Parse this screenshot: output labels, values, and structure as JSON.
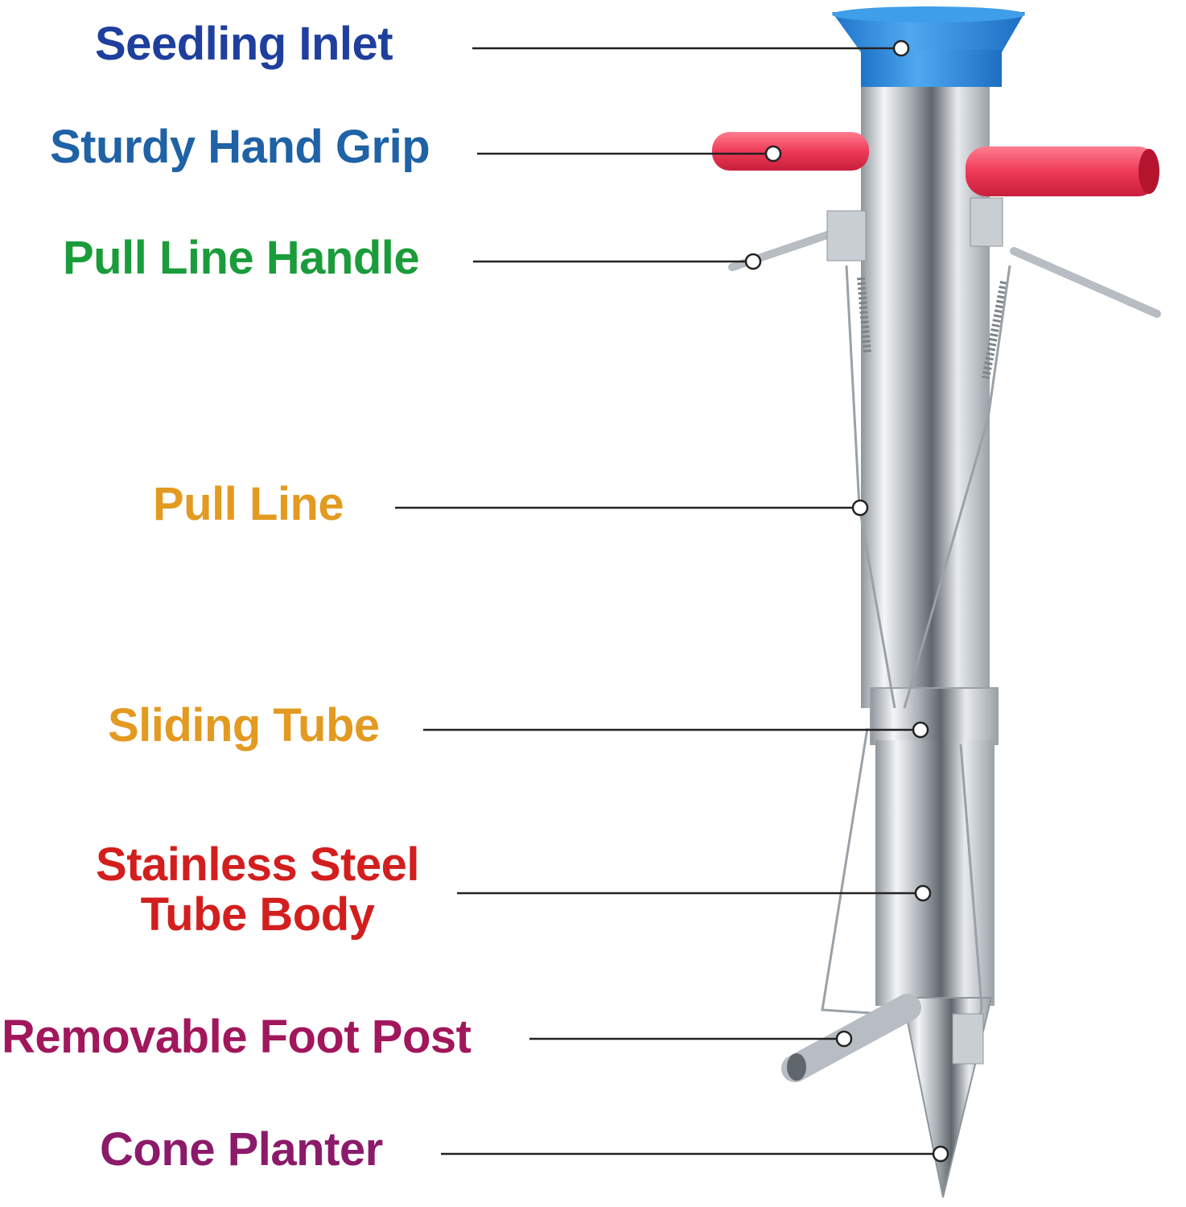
{
  "labels": {
    "seedling_inlet": {
      "text": "Seedling Inlet",
      "color": "#1f3f9e"
    },
    "hand_grip": {
      "text": "Sturdy Hand Grip",
      "color": "#1f62a6"
    },
    "pull_line_handle": {
      "text": "Pull Line Handle",
      "color": "#1a9c3a"
    },
    "pull_line": {
      "text": "Pull Line",
      "color": "#e39a20"
    },
    "sliding_tube": {
      "text": "Sliding Tube",
      "color": "#e39a20"
    },
    "tube_body": {
      "line1": "Stainless Steel",
      "line2": "Tube Body",
      "color": "#d31e1e"
    },
    "foot_post": {
      "text": "Removable Foot Post",
      "color": "#a1175c"
    },
    "cone_planter": {
      "text": "Cone Planter",
      "color": "#8c1a6a"
    }
  },
  "colors": {
    "funnel": "#2f8fe0",
    "grip": "#ef3f5a",
    "steel": "#c9ced3",
    "leader": "#222222"
  }
}
